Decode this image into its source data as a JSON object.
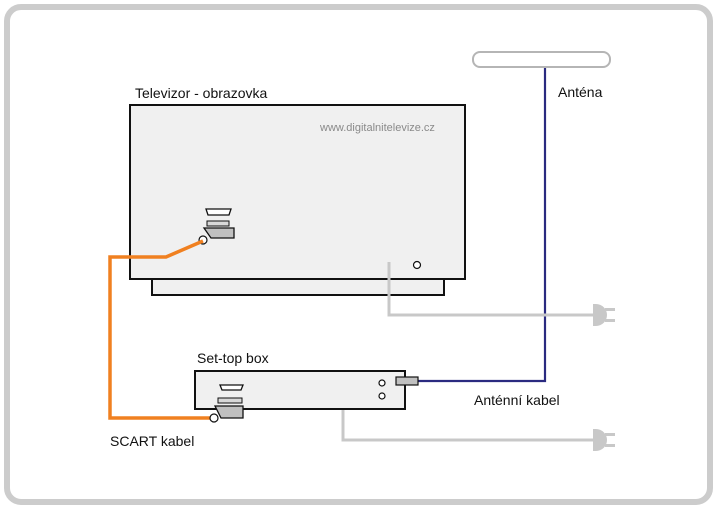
{
  "labels": {
    "tv": "Televizor - obrazovka",
    "watermark": "www.digitalnitelevize.cz",
    "antenna": "Anténa",
    "settop": "Set-top box",
    "antenna_cable": "Anténní kabel",
    "scart_cable": "SCART kabel"
  },
  "colors": {
    "frame": "#cccccc",
    "device_fill": "#f0f0f0",
    "outline": "#111111",
    "scart_cable": "#f08020",
    "antenna_cable": "#2a2a80",
    "power_cable": "#c8c8c8",
    "connector": "#c0c0c0"
  },
  "icons": {
    "antenna": "antenna-icon",
    "plug": "power-plug-icon",
    "scart": "scart-connector-icon"
  }
}
